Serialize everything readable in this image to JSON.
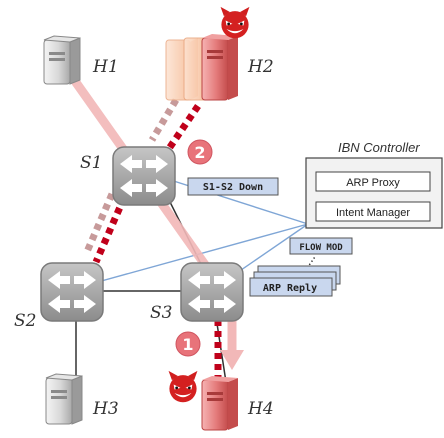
{
  "hosts": {
    "h1": "H1",
    "h2": "H2",
    "h3": "H3",
    "h4": "H4"
  },
  "switches": {
    "s1": "S1",
    "s2": "S2",
    "s3": "S3"
  },
  "controller": {
    "title": "IBN Controller",
    "arp_proxy": "ARP Proxy",
    "intent_manager": "Intent Manager"
  },
  "messages": {
    "link_down": "S1-S2 Down",
    "flow_mod": "FLOW MOD",
    "arp_reply": "ARP Reply"
  },
  "steps": {
    "step1": "1",
    "step2": "2"
  },
  "icons": {
    "attacker": "devil-icon",
    "server": "server-icon",
    "switch": "switch-icon"
  },
  "colors": {
    "attack_path": "#f2b8b8",
    "attack_dots": "#c0001a",
    "step_badge": "#e8737a",
    "message_box": "#c9d7ee",
    "control_line": "#7fa6d6"
  }
}
